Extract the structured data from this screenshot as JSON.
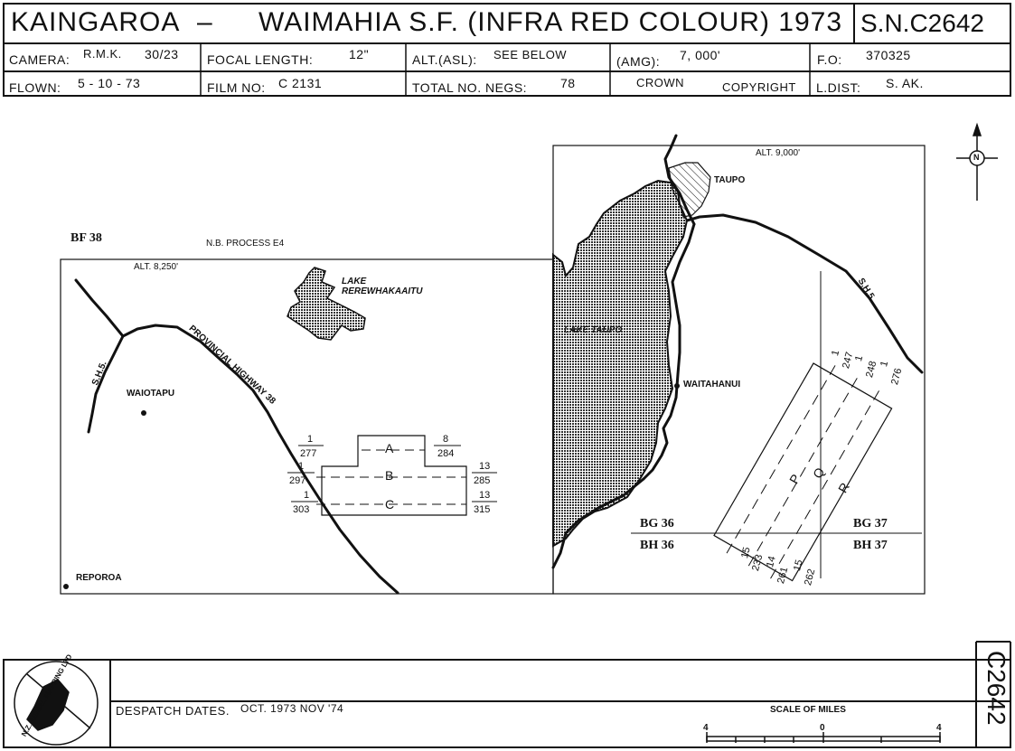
{
  "header": {
    "title_left": "KAINGAROA",
    "title_dash": "–",
    "title_right": "WAIMAHIA S.F. (INFRA RED COLOUR) 1973",
    "sheet_no": "S.N.C2642",
    "camera_label": "CAMERA:",
    "camera_value": "R.M.K.",
    "camera_value2": "30/23",
    "focal_label": "FOCAL LENGTH:",
    "focal_value": "12\"",
    "alt_label": "ALT.(ASL):",
    "alt_value": "SEE BELOW",
    "amg_label": "(AMG):",
    "amg_value": "7, 000'",
    "fo_label": "F.O:",
    "fo_value": "370325",
    "flown_label": "FLOWN:",
    "flown_value": "5 - 10 - 73",
    "film_label": "FILM NO:",
    "film_value": "C 2131",
    "negs_label": "TOTAL NO. NEGS:",
    "negs_value": "78",
    "crown": "CROWN",
    "copyright": "COPYRIGHT",
    "ldist_label": "L.DIST:",
    "ldist_value": "S. AK."
  },
  "map": {
    "left": {
      "sheet": "BF 38",
      "process": "N.B. PROCESS E4",
      "alt": "ALT. 8,250'",
      "lake": "LAKE\nREREWHAKAAITU",
      "sh5": "S.H.5.",
      "highway": "PROVINCIAL HIGHWAY 38",
      "waiotapu": "WAIOTAPU",
      "reporoa": "REPOROA",
      "runs": [
        "A",
        "B",
        "C"
      ],
      "run_nums": {
        "a_start": "1",
        "a_start_b": "277",
        "a_end": "8",
        "a_end_b": "284",
        "b_start": "1",
        "b_start_b": "297",
        "b_end": "13",
        "b_end_b": "285",
        "c_start": "1",
        "c_start_b": "303",
        "c_end": "13",
        "c_end_b": "315"
      }
    },
    "right": {
      "alt": "ALT. 9,000'",
      "taupo": "TAUPO",
      "lake": "LAKE TAUPO",
      "waitahanui": "WAITAHANUI",
      "sh5": "S.H.5",
      "runs": [
        "P",
        "Q",
        "R"
      ],
      "top_nums": [
        [
          "1",
          "247"
        ],
        [
          "1",
          "248"
        ],
        [
          "1",
          "276"
        ]
      ],
      "bottom_nums": [
        [
          "15",
          "233"
        ],
        [
          "14",
          "261"
        ],
        [
          "15",
          "262"
        ]
      ],
      "bg36": "BG 36",
      "bh36": "BH 36",
      "bg37": "BG 37",
      "bh37": "BH 37"
    },
    "north": "N"
  },
  "footer": {
    "logo_text": "N.Z. AERIAL MAPPING LTD",
    "despatch_label": "DESPATCH DATES.",
    "despatch_value": "OCT. 1973 NOV '74",
    "scale_title": "SCALE OF MILES",
    "scale_ticks": [
      "4",
      "0",
      "4"
    ],
    "side_code": "C2642"
  },
  "colors": {
    "ink": "#111111",
    "paper": "#ffffff",
    "lake_fill": "#8a8a8a"
  }
}
